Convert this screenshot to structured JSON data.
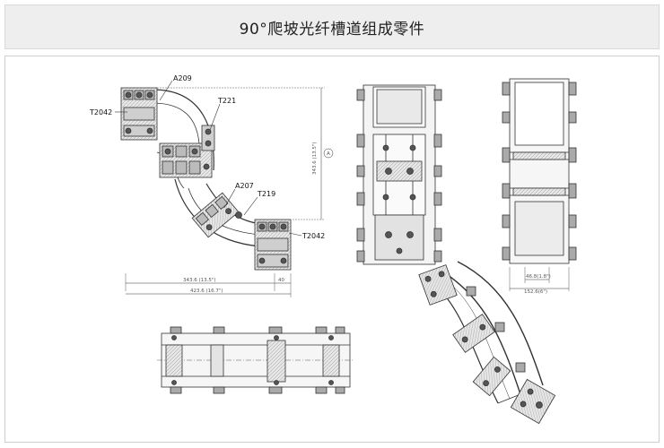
{
  "title": "90°爬坡光纤槽道组成零件",
  "labels": {
    "a209": "A209",
    "t221": "T221",
    "t2042_left": "T2042",
    "a207": "A207",
    "t219": "T219",
    "t2042_right": "T2042"
  },
  "dimensions": {
    "height": "343.6 (13.5\")",
    "width_inner": "343.6 (13.5\")",
    "offset": "40",
    "width_total": "423.6 (16.7\")",
    "side_small": "46.8(1.8\")",
    "side_width": "152.6(6\")",
    "circle_mark": "A"
  },
  "colors": {
    "line": "#333333",
    "fill_gray": "#d9d9d9",
    "fill_dark": "#8a8a8a",
    "title_bg": "#eeeeee"
  }
}
